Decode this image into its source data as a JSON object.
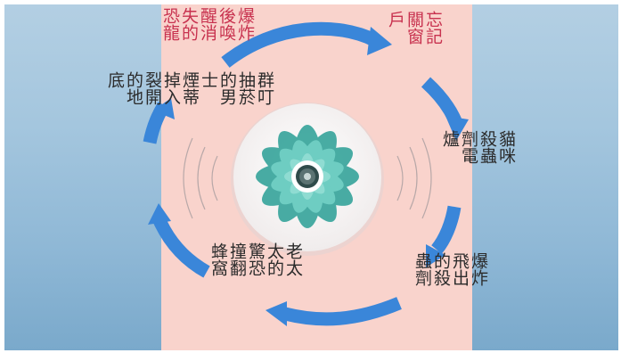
{
  "slide": {
    "accent_color": "#c8324f",
    "arrow_color": "#3a86d9",
    "flower_color": "#5fc2b8",
    "steps": [
      {
        "id": "alarm",
        "columns": [
          "爆炸",
          "後喚",
          "醒消",
          "失的",
          "恐龍"
        ],
        "color": "red"
      },
      {
        "id": "window",
        "columns": [
          "忘記",
          "關窗",
          "戶"
        ],
        "color": "red"
      },
      {
        "id": "spray",
        "columns": [
          "貓咪",
          "殺蟲",
          "劑電",
          "爐"
        ],
        "color": "dark"
      },
      {
        "id": "explode",
        "columns": [
          "爆炸",
          "飛出",
          "的殺",
          "蟲劑"
        ],
        "color": "dark"
      },
      {
        "id": "granny",
        "columns": [
          "老太",
          "太的",
          "驚恐",
          "撞翻",
          "蜂窩"
        ],
        "color": "dark"
      },
      {
        "id": "smoker",
        "columns": [
          "群叮",
          "抽菸",
          "的男",
          "士",
          "煙蒂",
          "掉入",
          "裂開",
          "的地",
          "底"
        ],
        "color": "dark"
      }
    ]
  }
}
